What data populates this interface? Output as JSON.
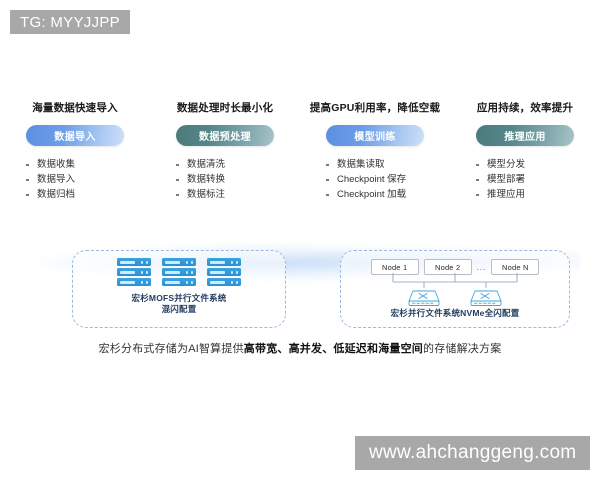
{
  "watermarks": {
    "top": "TG: MYYJJPP",
    "bottom": "www.ahchanggeng.com"
  },
  "columns": [
    {
      "heading": "海量数据快速导入",
      "pill_label": "数据导入",
      "pill_style": "blue",
      "bullets": [
        "数据收集",
        "数据导入",
        "数据归档"
      ]
    },
    {
      "heading": "数据处理时长最小化",
      "pill_label": "数据预处理",
      "pill_style": "teal",
      "bullets": [
        "数据清洗",
        "数据转换",
        "数据标注"
      ]
    },
    {
      "heading": "提高GPU利用率，降低空载",
      "pill_label": "模型训练",
      "pill_style": "blue",
      "bullets": [
        "数据集读取",
        "Checkpoint 保存",
        "Checkpoint 加载"
      ]
    },
    {
      "heading": "应用持续，效率提升",
      "pill_label": "推理应用",
      "pill_style": "teal",
      "bullets": [
        "模型分发",
        "模型部署",
        "推理应用"
      ]
    }
  ],
  "left_box": {
    "caption_line1": "宏杉MOFS并行文件系统",
    "caption_line2": "混闪配置",
    "rack_count": 3,
    "servers_per_rack": 3
  },
  "right_box": {
    "nodes": [
      "Node 1",
      "Node 2",
      "Node N"
    ],
    "node_separator": "...",
    "switch_count": 2,
    "caption": "宏杉并行文件系统NVMe全闪配置"
  },
  "summary": {
    "part1": "宏杉分布式存储为AI智算提供",
    "highlight": "高带宽、高并发、低延迟和海量空间",
    "part2": "的存储解决方案"
  },
  "colors": {
    "pill_blue": "#5b8fe0",
    "pill_teal": "#4c7a7c",
    "server_blue": "#2e8fd4",
    "dashed_border": "#9bb9dc",
    "caption_navy": "#1f3a5c",
    "watermark_gray": "#a8a8a8"
  }
}
